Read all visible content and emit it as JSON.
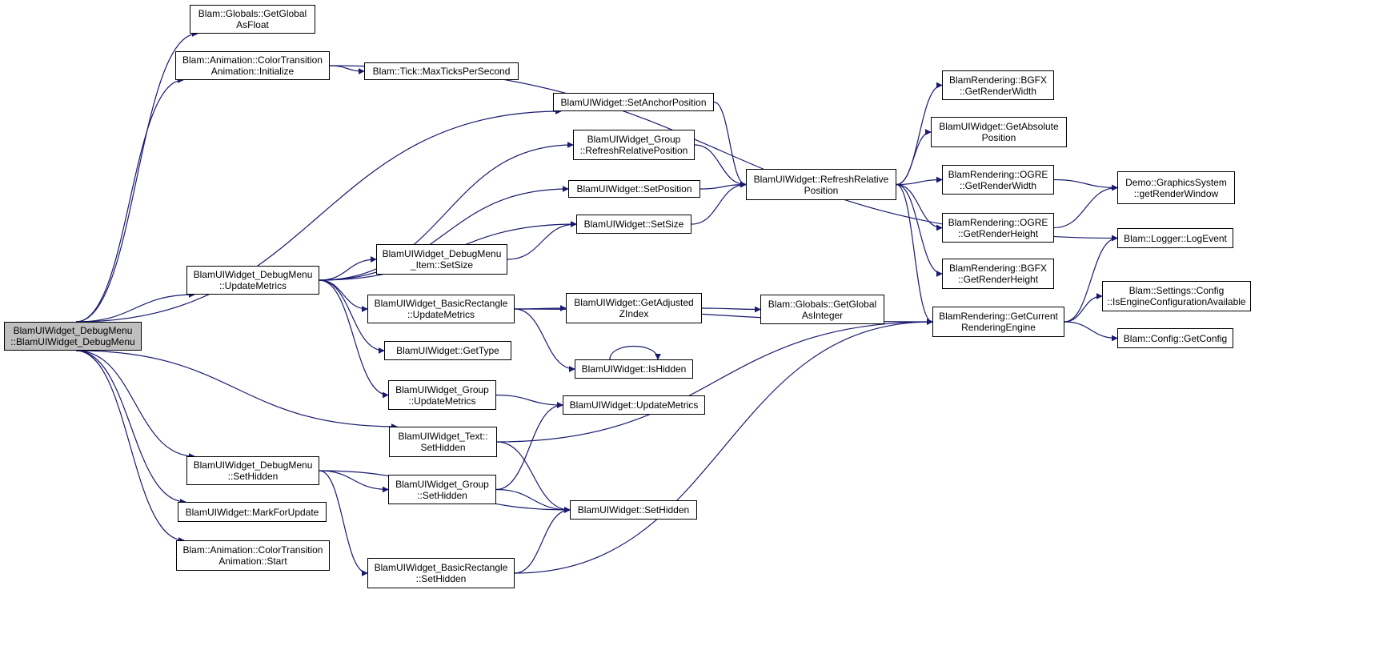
{
  "diagram": {
    "edge_color": "#191970",
    "root_fill": "#bfbfbf",
    "node_border": "#000000",
    "nodes": [
      {
        "id": "root",
        "lines": [
          "BlamUIWidget_DebugMenu",
          "::BlamUIWidget_DebugMenu"
        ],
        "root": true
      },
      {
        "id": "get_global_float",
        "lines": [
          "Blam::Globals::GetGlobal",
          "AsFloat"
        ]
      },
      {
        "id": "color_init",
        "lines": [
          "Blam::Animation::ColorTransition",
          "Animation::Initialize"
        ]
      },
      {
        "id": "max_ticks",
        "lines": [
          "Blam::Tick::MaxTicksPerSecond"
        ]
      },
      {
        "id": "set_anchor",
        "lines": [
          "BlamUIWidget::SetAnchorPosition"
        ]
      },
      {
        "id": "group_refresh",
        "lines": [
          "BlamUIWidget_Group",
          "::RefreshRelativePosition"
        ]
      },
      {
        "id": "set_position",
        "lines": [
          "BlamUIWidget::SetPosition"
        ]
      },
      {
        "id": "set_size",
        "lines": [
          "BlamUIWidget::SetSize"
        ]
      },
      {
        "id": "debugmenu_item_setsize",
        "lines": [
          "BlamUIWidget_DebugMenu",
          "_Item::SetSize"
        ]
      },
      {
        "id": "debugmenu_update",
        "lines": [
          "BlamUIWidget_DebugMenu",
          "::UpdateMetrics"
        ]
      },
      {
        "id": "basicrect_update",
        "lines": [
          "BlamUIWidget_BasicRectangle",
          "::UpdateMetrics"
        ]
      },
      {
        "id": "get_type",
        "lines": [
          "BlamUIWidget::GetType"
        ]
      },
      {
        "id": "group_update",
        "lines": [
          "BlamUIWidget_Group",
          "::UpdateMetrics"
        ]
      },
      {
        "id": "text_sethidden",
        "lines": [
          "BlamUIWidget_Text::",
          "SetHidden"
        ]
      },
      {
        "id": "debugmenu_sethidden",
        "lines": [
          "BlamUIWidget_DebugMenu",
          "::SetHidden"
        ]
      },
      {
        "id": "group_sethidden",
        "lines": [
          "BlamUIWidget_Group",
          "::SetHidden"
        ]
      },
      {
        "id": "mark_update",
        "lines": [
          "BlamUIWidget::MarkForUpdate"
        ]
      },
      {
        "id": "color_start",
        "lines": [
          "Blam::Animation::ColorTransition",
          "Animation::Start"
        ]
      },
      {
        "id": "basicrect_sethidden",
        "lines": [
          "BlamUIWidget_BasicRectangle",
          "::SetHidden"
        ]
      },
      {
        "id": "get_adjusted_z",
        "lines": [
          "BlamUIWidget::GetAdjusted",
          "ZIndex"
        ]
      },
      {
        "id": "is_hidden",
        "lines": [
          "BlamUIWidget::IsHidden"
        ]
      },
      {
        "id": "update_metrics",
        "lines": [
          "BlamUIWidget::UpdateMetrics"
        ]
      },
      {
        "id": "widget_sethidden",
        "lines": [
          "BlamUIWidget::SetHidden"
        ]
      },
      {
        "id": "refresh_relative",
        "lines": [
          "BlamUIWidget::RefreshRelative",
          "Position"
        ]
      },
      {
        "id": "get_global_int",
        "lines": [
          "Blam::Globals::GetGlobal",
          "AsInteger"
        ]
      },
      {
        "id": "bgfx_width",
        "lines": [
          "BlamRendering::BGFX",
          "::GetRenderWidth"
        ]
      },
      {
        "id": "get_absolute",
        "lines": [
          "BlamUIWidget::GetAbsolute",
          "Position"
        ]
      },
      {
        "id": "ogre_width",
        "lines": [
          "BlamRendering::OGRE",
          "::GetRenderWidth"
        ]
      },
      {
        "id": "ogre_height",
        "lines": [
          "BlamRendering::OGRE",
          "::GetRenderHeight"
        ]
      },
      {
        "id": "bgfx_height",
        "lines": [
          "BlamRendering::BGFX",
          "::GetRenderHeight"
        ]
      },
      {
        "id": "get_current_engine",
        "lines": [
          "BlamRendering::GetCurrent",
          "RenderingEngine"
        ]
      },
      {
        "id": "graphics_system",
        "lines": [
          "Demo::GraphicsSystem",
          "::getRenderWindow"
        ]
      },
      {
        "id": "logger",
        "lines": [
          "Blam::Logger::LogEvent"
        ]
      },
      {
        "id": "settings_config",
        "lines": [
          "Blam::Settings::Config",
          "::IsEngineConfigurationAvailable"
        ]
      },
      {
        "id": "get_config",
        "lines": [
          "Blam::Config::GetConfig"
        ]
      }
    ],
    "edges": [
      [
        "root",
        "get_global_float"
      ],
      [
        "root",
        "color_init"
      ],
      [
        "root",
        "set_anchor"
      ],
      [
        "root",
        "debugmenu_update"
      ],
      [
        "root",
        "text_sethidden"
      ],
      [
        "root",
        "debugmenu_sethidden"
      ],
      [
        "root",
        "mark_update"
      ],
      [
        "root",
        "color_start"
      ],
      [
        "color_init",
        "max_ticks"
      ],
      [
        "color_init",
        "logger"
      ],
      [
        "set_anchor",
        "refresh_relative"
      ],
      [
        "group_refresh",
        "refresh_relative"
      ],
      [
        "set_position",
        "refresh_relative"
      ],
      [
        "set_size",
        "refresh_relative"
      ],
      [
        "debugmenu_update",
        "group_refresh"
      ],
      [
        "debugmenu_update",
        "set_position"
      ],
      [
        "debugmenu_update",
        "set_size"
      ],
      [
        "debugmenu_update",
        "debugmenu_item_setsize"
      ],
      [
        "debugmenu_update",
        "basicrect_update"
      ],
      [
        "debugmenu_update",
        "get_type"
      ],
      [
        "debugmenu_update",
        "group_update"
      ],
      [
        "debugmenu_item_setsize",
        "set_size"
      ],
      [
        "basicrect_update",
        "get_adjusted_z"
      ],
      [
        "basicrect_update",
        "is_hidden"
      ],
      [
        "basicrect_update",
        "get_current_engine"
      ],
      [
        "get_adjusted_z",
        "get_global_int"
      ],
      [
        "is_hidden",
        "is_hidden"
      ],
      [
        "group_update",
        "update_metrics"
      ],
      [
        "text_sethidden",
        "get_current_engine"
      ],
      [
        "text_sethidden",
        "widget_sethidden"
      ],
      [
        "debugmenu_sethidden",
        "group_sethidden"
      ],
      [
        "debugmenu_sethidden",
        "widget_sethidden"
      ],
      [
        "debugmenu_sethidden",
        "basicrect_sethidden"
      ],
      [
        "group_sethidden",
        "update_metrics"
      ],
      [
        "group_sethidden",
        "widget_sethidden"
      ],
      [
        "basicrect_sethidden",
        "widget_sethidden"
      ],
      [
        "basicrect_sethidden",
        "get_current_engine"
      ],
      [
        "refresh_relative",
        "bgfx_width"
      ],
      [
        "refresh_relative",
        "get_absolute"
      ],
      [
        "refresh_relative",
        "ogre_width"
      ],
      [
        "refresh_relative",
        "ogre_height"
      ],
      [
        "refresh_relative",
        "bgfx_height"
      ],
      [
        "refresh_relative",
        "get_current_engine"
      ],
      [
        "ogre_width",
        "graphics_system"
      ],
      [
        "ogre_height",
        "graphics_system"
      ],
      [
        "get_current_engine",
        "logger"
      ],
      [
        "get_current_engine",
        "settings_config"
      ],
      [
        "get_current_engine",
        "get_config"
      ]
    ]
  }
}
